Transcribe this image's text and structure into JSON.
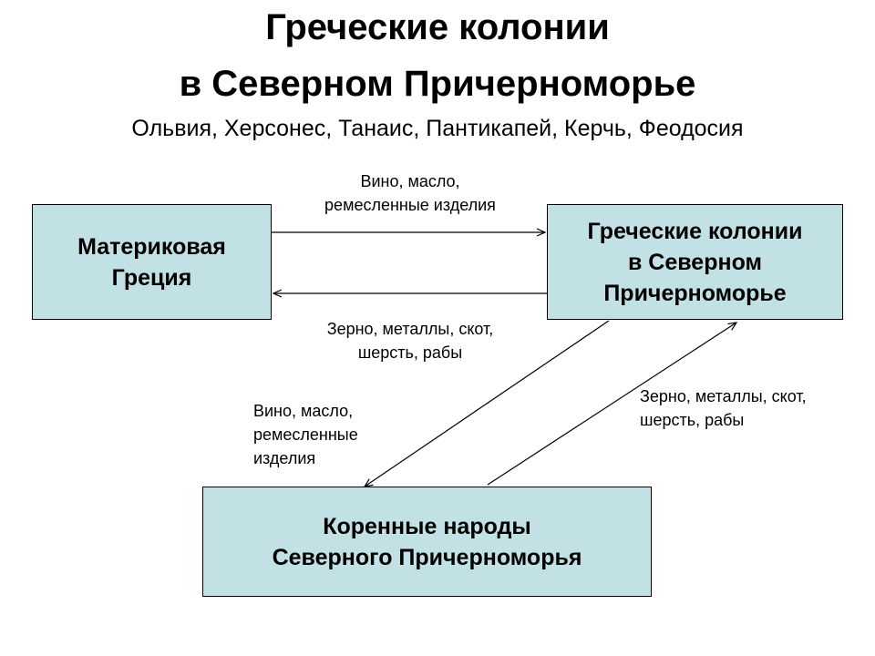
{
  "title": {
    "line1": "Греческие колонии",
    "line2": "в Северном Причерноморье"
  },
  "subtitle": "Ольвия, Херсонес, Танаис, Пантикапей, Керчь, Феодосия",
  "boxes": {
    "mainland": {
      "line1": "Материковая",
      "line2": "Греция",
      "fill": "#c2e1e5"
    },
    "colonies": {
      "line1": "Греческие колонии",
      "line2": "в Северном",
      "line3": "Причерноморье",
      "fill": "#c2e1e5"
    },
    "natives": {
      "line1": "Коренные народы",
      "line2": "Северного Причерноморья",
      "fill": "#c2e1e5"
    }
  },
  "flows": {
    "mainland_to_colonies": {
      "line1": "Вино, масло,",
      "line2": "ремесленные изделия"
    },
    "colonies_to_mainland": {
      "line1": "Зерно, металлы, скот,",
      "line2": "шерсть, рабы"
    },
    "colonies_to_natives": {
      "line1": "Вино, масло,",
      "line2": "ремесленные",
      "line3": "изделия"
    },
    "natives_to_colonies": {
      "line1": "Зерно, металлы, скот,",
      "line2": "шерсть, рабы"
    }
  }
}
